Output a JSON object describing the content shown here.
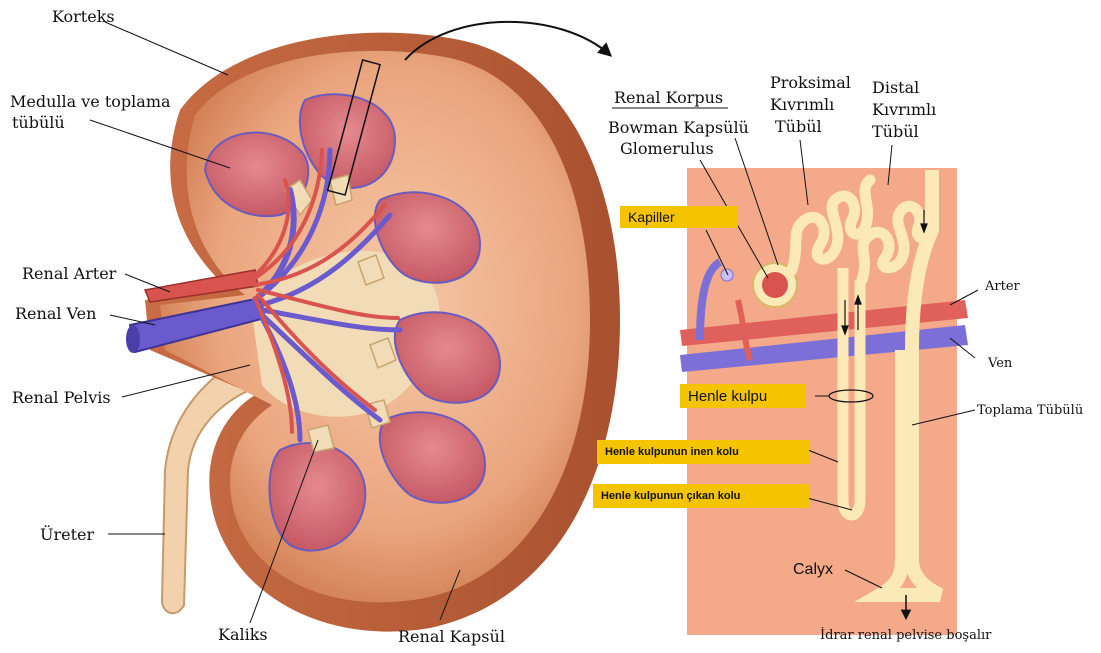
{
  "colors": {
    "highlight": "#f5c400",
    "artery": "#d9534f",
    "vein": "#6a5acd",
    "cortex": "#e8a07a",
    "tubule": "#fbeab7",
    "panel": "#f3a98a"
  },
  "kidney_labels": {
    "korteks": "Korteks",
    "medulla_line1": "Medulla ve toplama",
    "medulla_line2": "tübülü",
    "renal_arter": "Renal Arter",
    "renal_ven": "Renal Ven",
    "renal_pelvis": "Renal Pelvis",
    "ureter": "Üreter",
    "kaliks": "Kaliks",
    "renal_kapsul": "Renal Kapsül"
  },
  "nephron_labels": {
    "renal_korpus": "Renal Korpus",
    "bowman": "Bowman Kapsülü",
    "glomerulus": "Glomerulus",
    "proksimal_line1": "Proksimal",
    "proksimal_line2": "Kıvrımlı",
    "proksimal_line3": "Tübül",
    "distal_line1": "Distal",
    "distal_line2": "Kıvrımlı",
    "distal_line3": "Tübül",
    "kapiller": "Kapiller",
    "arter": "Arter",
    "ven": "Ven",
    "henle_kulpu": "Henle kulpu",
    "toplama_tubulu": "Toplama Tübülü",
    "henle_inen": "Henle kulpunun inen kolu",
    "henle_cikan": "Henle kulpunun çıkan kolu",
    "calyx": "Calyx",
    "idrar": "İdrar renal pelvise boşalır"
  }
}
